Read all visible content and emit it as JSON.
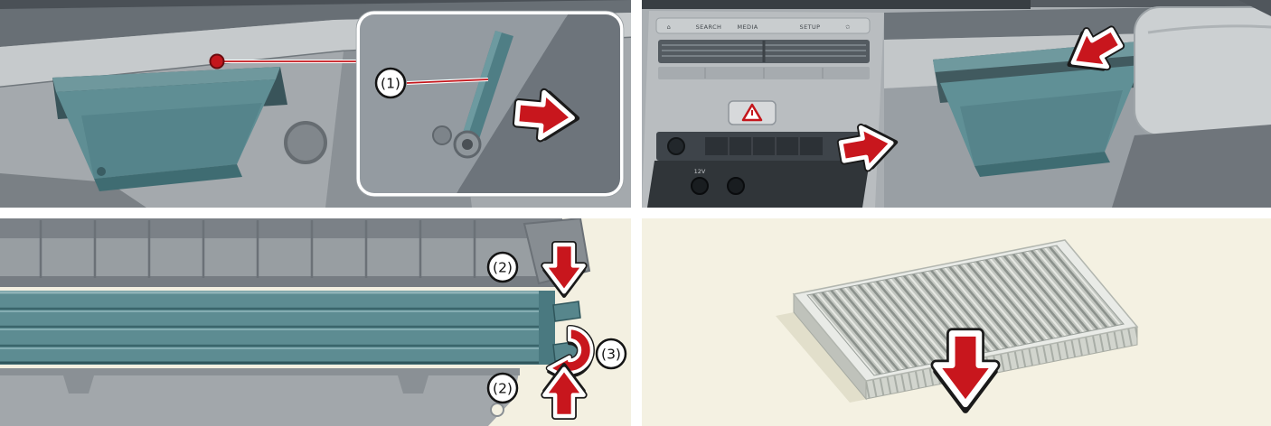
{
  "figure": {
    "type": "manual-diagram",
    "subject": "Climate control air filter replacement steps"
  },
  "colors": {
    "accent_red": "#c8161d",
    "accent_red_dark": "#8d1216",
    "teal": "#5d8c92",
    "dash_gray": "#a9aeb2",
    "cream": "#f3f0e1",
    "callout_bg": "#ffffff"
  },
  "callouts": {
    "step1": "(1)",
    "step2": "(2)",
    "step3": "(3)"
  },
  "console": {
    "home_icon": "⌂",
    "labels": [
      "SEARCH",
      "MEDIA",
      "SETUP"
    ],
    "star_icon": "✩",
    "outlet_label": "12V"
  }
}
